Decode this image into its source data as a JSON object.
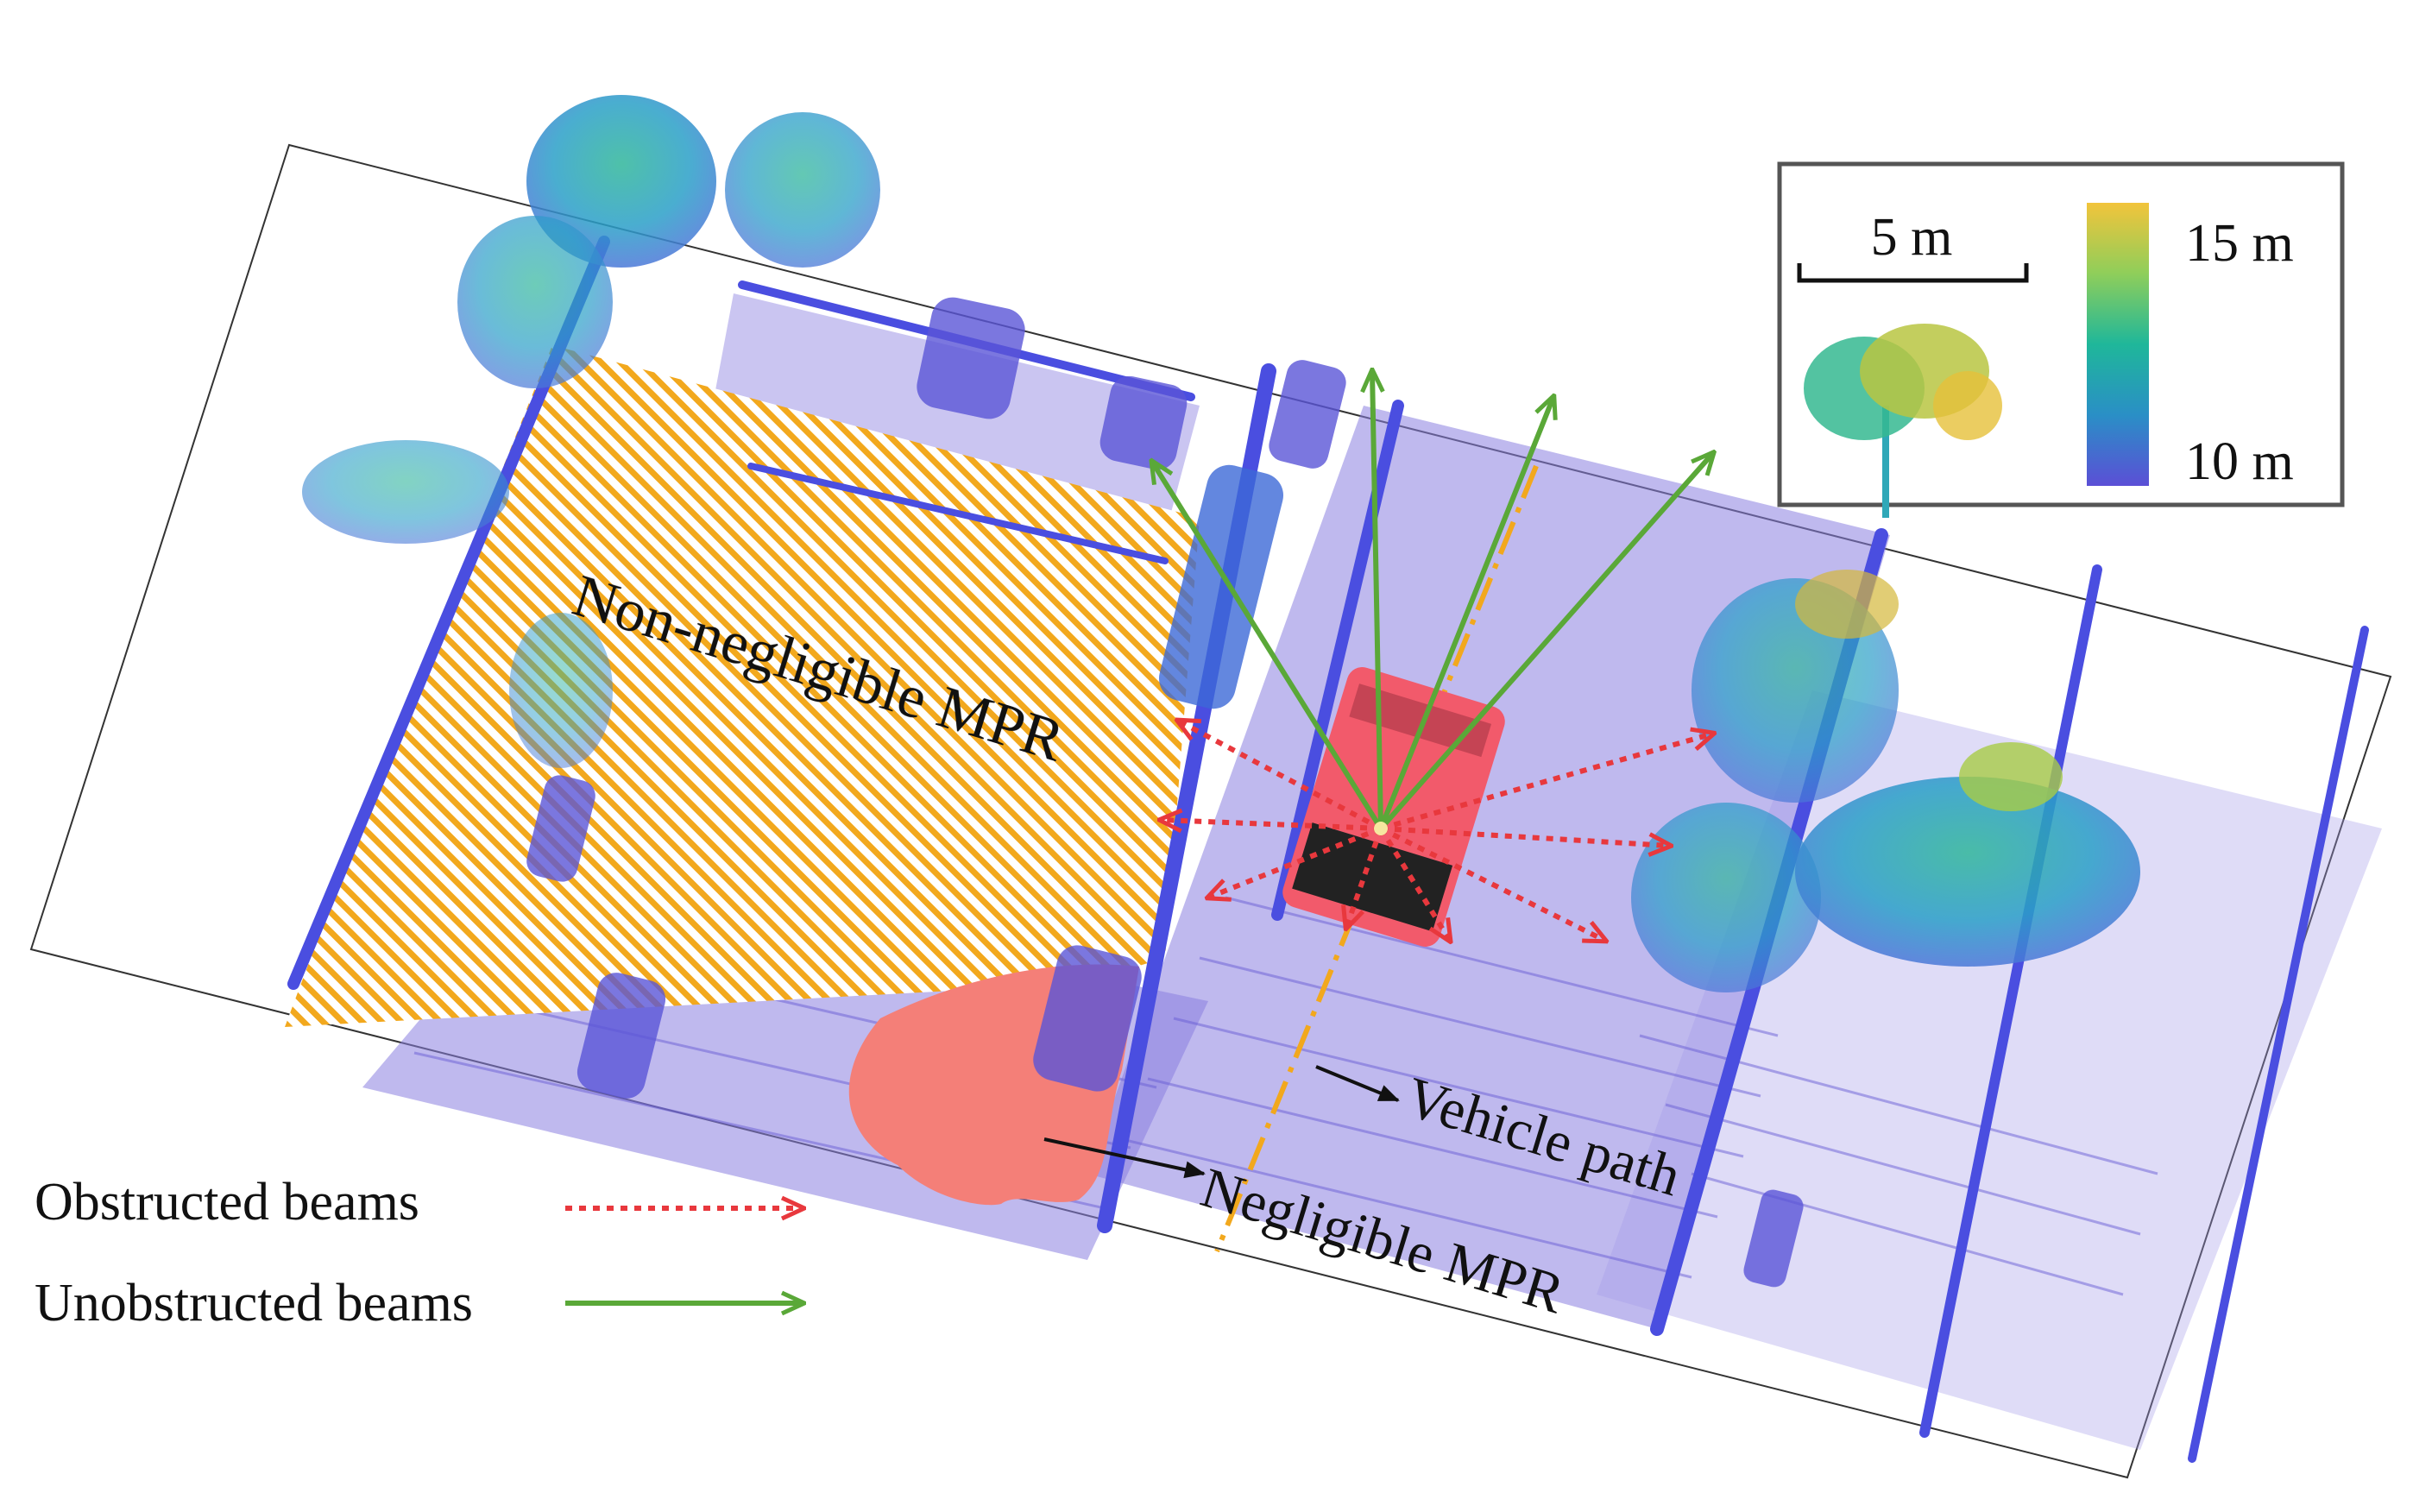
{
  "labels": {
    "non_negligible_mpr": "Non-negligible MPR",
    "negligible_mpr": "Negligible MPR",
    "vehicle_path": "Vehicle path"
  },
  "legend": {
    "obstructed": "Obstructed beams",
    "unobstructed": "Unobstructed beams"
  },
  "scale_box": {
    "scale_label": "5 m",
    "colorbar_max": "15 m",
    "colorbar_min": "10 m"
  },
  "colors": {
    "obstructed_beam": "#e8383d",
    "unobstructed_beam": "#5aa838",
    "mpr_hatch": "#f2a81d",
    "negligible_region": "#f47f78",
    "vehicle": "#f25a6b",
    "points_low": "#5b4fd6",
    "points_high": "#f0c23a",
    "vehicle_path": "#f2a81d"
  }
}
